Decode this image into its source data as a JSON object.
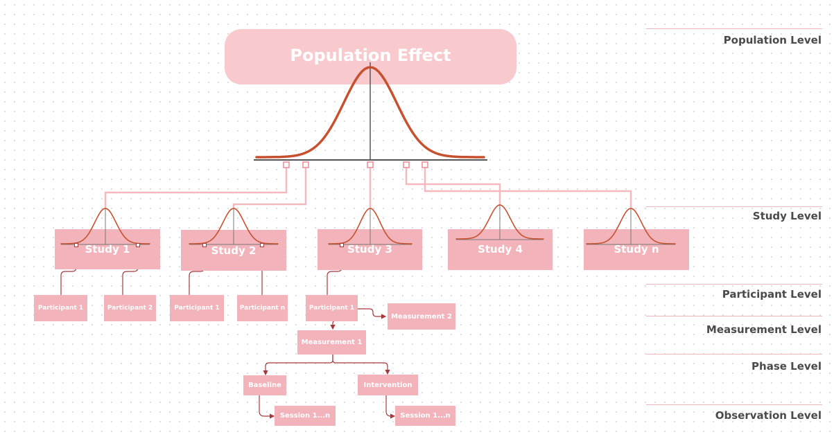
{
  "population": {
    "title": "Population Effect"
  },
  "levels": [
    "Population Level",
    "Study Level",
    "Participant Level",
    "Measurement Level",
    "Phase Level",
    "Observation Level"
  ],
  "studies": [
    "Study 1",
    "Study 2",
    "Study 3",
    "Study 4",
    "Study n"
  ],
  "participants": {
    "s1_p1": "Participant 1",
    "s1_p2": "Participant 2",
    "s2_p1": "Participant 1",
    "s2_pn": "Participant n",
    "s3_p1": "Participant 1"
  },
  "measurements": {
    "m1": "Measurement 1",
    "m2": "Measurement 2"
  },
  "phases": {
    "baseline": "Baseline",
    "intervention": "Intervention"
  },
  "sessions": {
    "baseline_sessions": "Session 1...n",
    "intervention_sessions": "Session 1...n"
  },
  "colors": {
    "box_fill": "#f2b3ba",
    "population_fill": "#f8c9cd",
    "curve": "#c7502e",
    "connector_pink": "#f4b8be",
    "arrow_dark": "#a8383a",
    "level_text": "#4a4a4a"
  }
}
